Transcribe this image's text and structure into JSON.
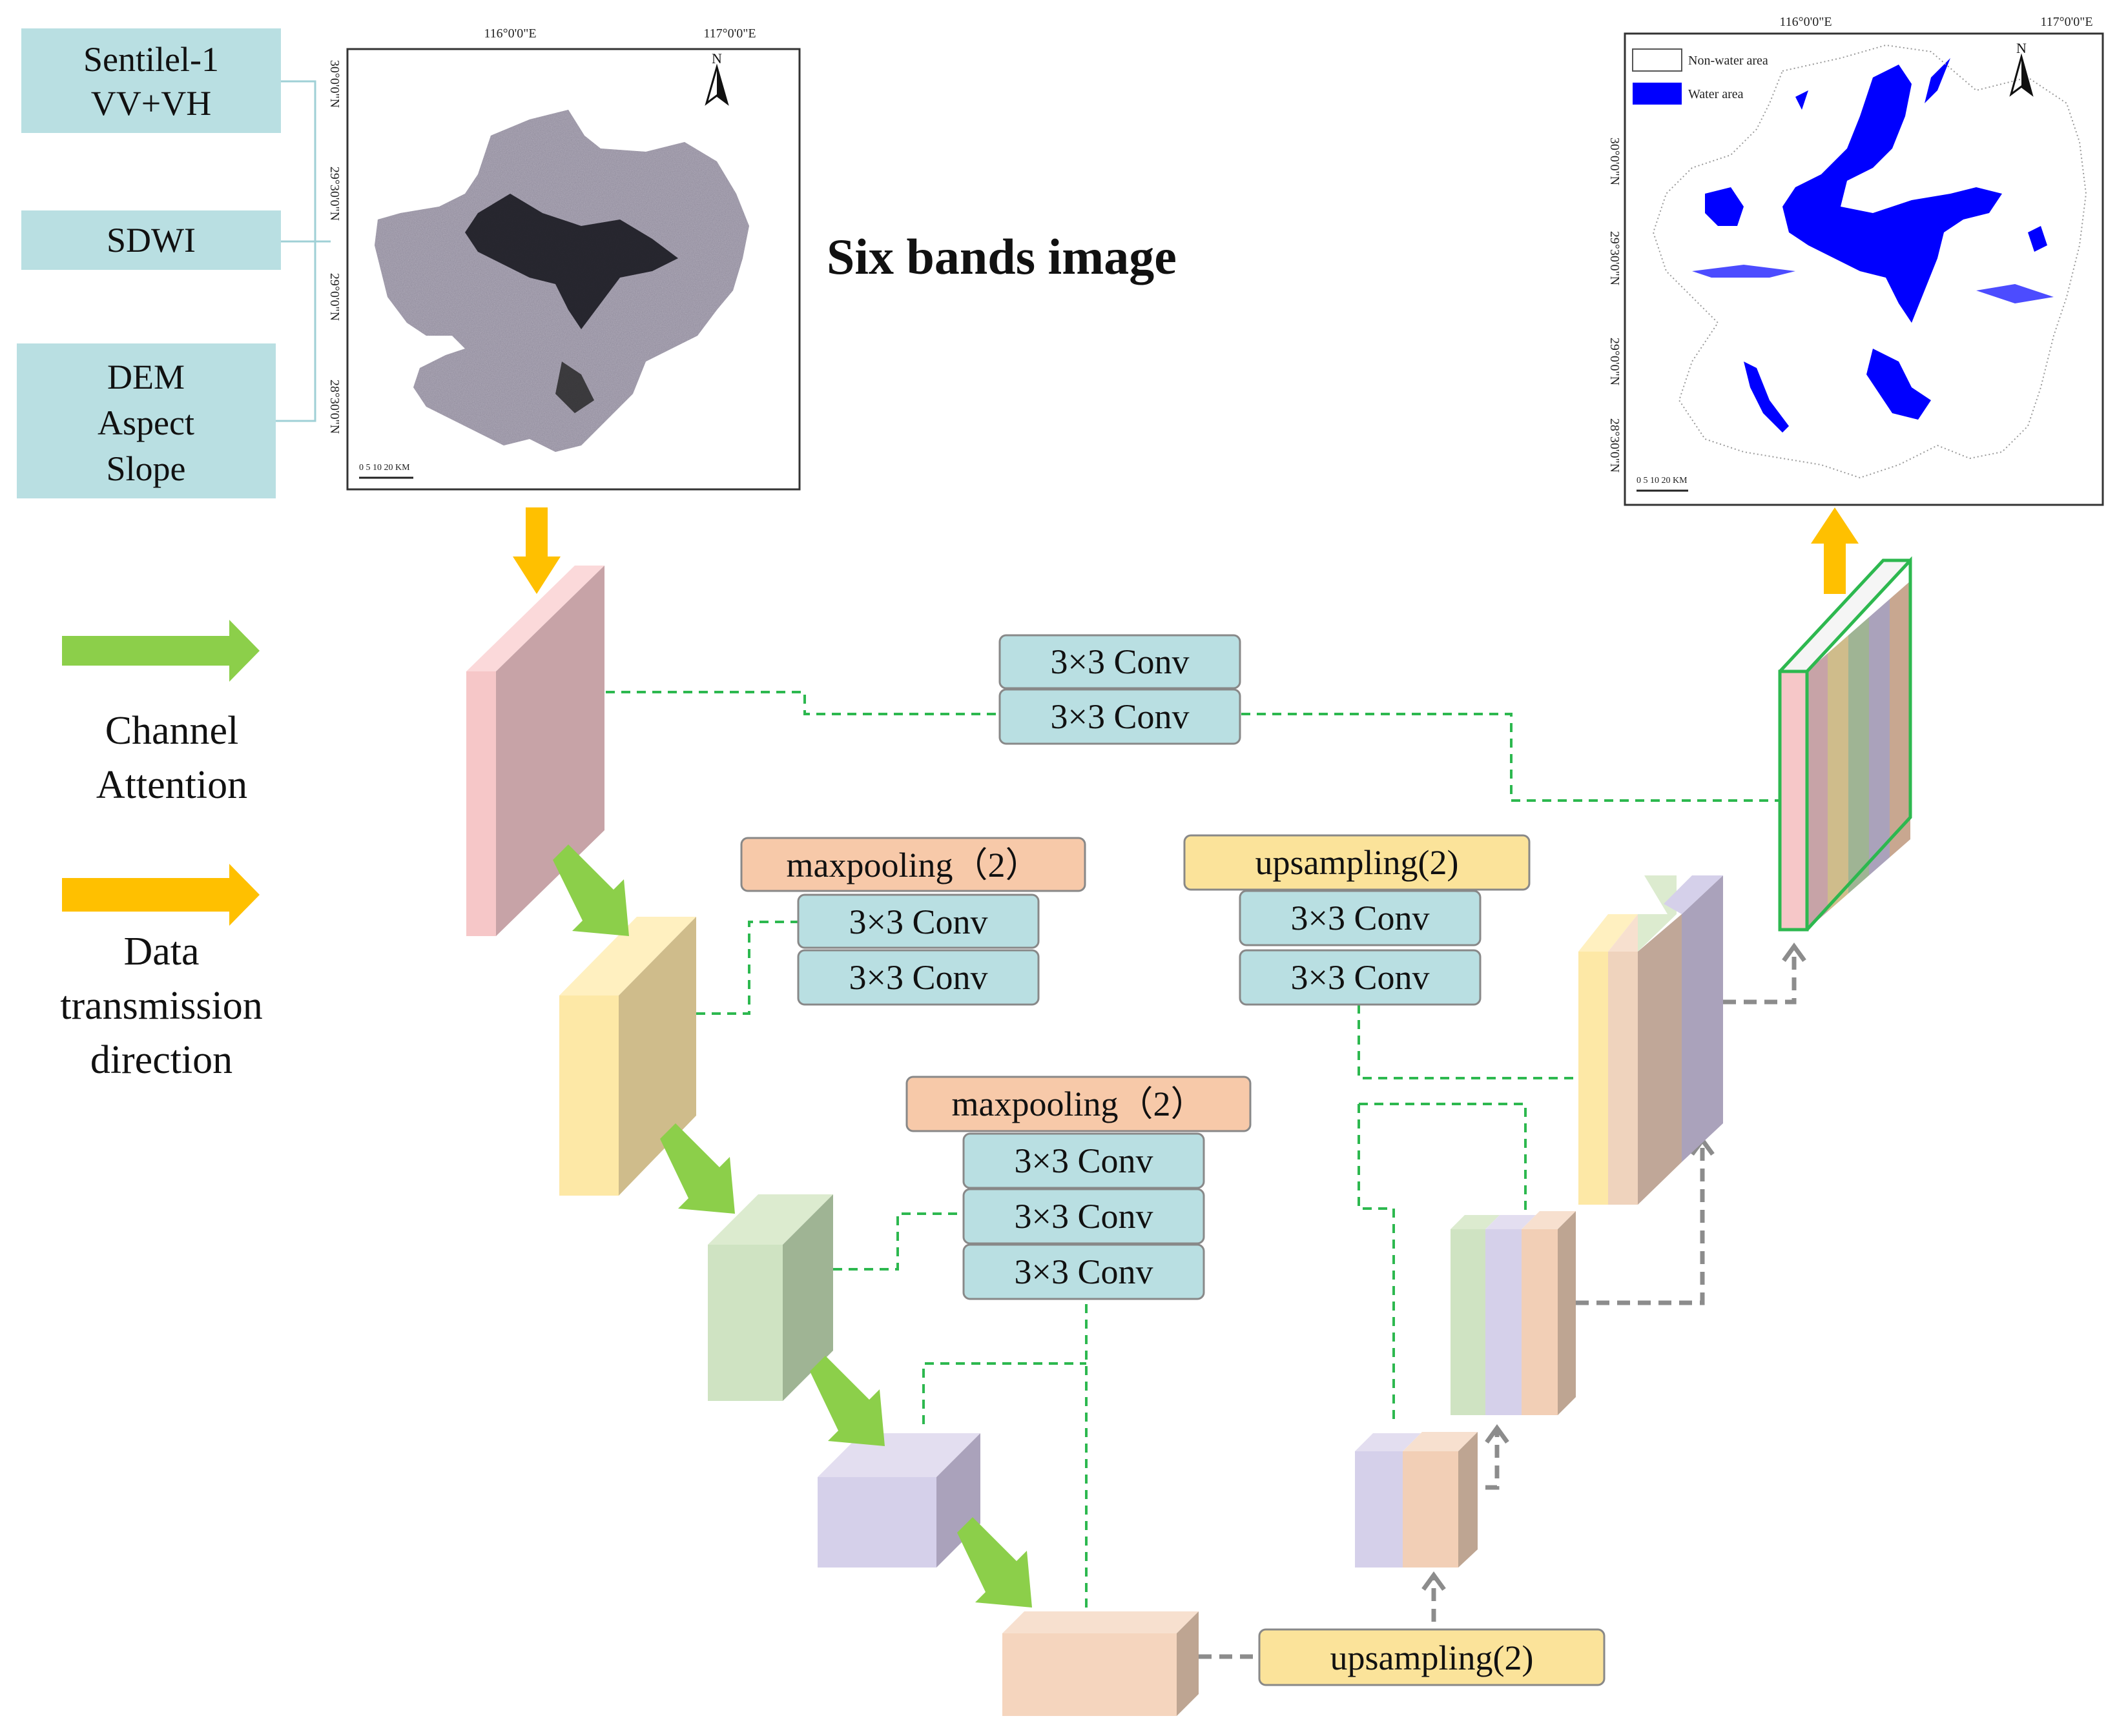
{
  "inputs": {
    "sentinel_line1": "Sentilel-1",
    "sentinel_line2": "VV+VH",
    "sdwi": "SDWI",
    "dem_line1": "DEM",
    "dem_line2": "Aspect",
    "dem_line3": "Slope"
  },
  "six_bands_label": "Six bands image",
  "input_map": {
    "lon_ticks": [
      "116°0'0\"E",
      "117°0'0\"E"
    ],
    "lat_ticks": [
      "30°0'0\"N",
      "29°30'0\"N",
      "29°0'0\"N",
      "28°30'0\"N"
    ],
    "north": "N",
    "scale": "0 5 10    20 KM"
  },
  "output_map": {
    "lon_ticks": [
      "116°0'0\"E",
      "117°0'0\"E"
    ],
    "lat_ticks": [
      "30°0'0\"N",
      "29°30'0\"N",
      "29°0'0\"N",
      "28°30'0\"N"
    ],
    "north": "N",
    "scale": "0 5 10    20 KM",
    "legend_nonwater": "Non-water area",
    "legend_water": "Water area"
  },
  "legend": {
    "channel_line1": "Channel",
    "channel_line2": "Attention",
    "data_line1": "Data",
    "data_line2": "transmission",
    "data_line3": "direction"
  },
  "ops": {
    "skip1_conv_a": "3×3 Conv",
    "skip1_conv_b": "3×3 Conv",
    "maxpool1": "maxpooling（2）",
    "skip2_conv_a": "3×3 Conv",
    "skip2_conv_b": "3×3 Conv",
    "maxpool2": "maxpooling（2）",
    "skip3_conv_a": "3×3 Conv",
    "skip3_conv_b": "3×3 Conv",
    "skip3_conv_c": "3×3 Conv",
    "upsample_top": "upsampling(2)",
    "up_conv_a": "3×3 Conv",
    "up_conv_b": "3×3 Conv",
    "upsample_bottom": "upsampling(2)"
  },
  "colors": {
    "teal_box": "#b9dfe2",
    "orange_box": "#f7c9a9",
    "yellow_box": "#fbe39a",
    "channel_arrow": "#8ccf4a",
    "data_arrow": "#ffc000",
    "skip_line": "#2db84f",
    "up_arrow": "#8c8c8c",
    "water": "#0000ff"
  }
}
